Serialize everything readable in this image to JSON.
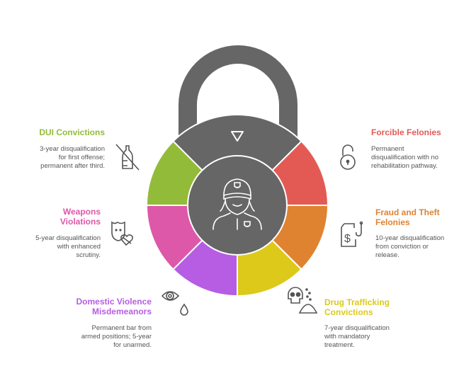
{
  "colors": {
    "lock": "#666666",
    "dui": "#93bb3a",
    "weapons": "#dd58a8",
    "domestic": "#b65de3",
    "drug": "#ddc91a",
    "fraud": "#df8331",
    "forcible": "#e35a55"
  },
  "items": {
    "dui": {
      "title": "DUI Convictions",
      "lines": [
        "3-year disqualification",
        "for first offense;",
        "permanent after third."
      ],
      "icon": "no-alcohol-bottle-icon"
    },
    "weapons": {
      "title_lines": [
        "Weapons",
        "Violations"
      ],
      "lines": [
        "5-year disqualification",
        "with enhanced",
        "scrutiny."
      ],
      "icon": "mask-broken-heart-icon"
    },
    "domestic": {
      "title_lines": [
        "Domestic Violence",
        "Misdemeanors"
      ],
      "lines": [
        "Permanent bar from",
        "armed positions; 5-year",
        "for unarmed."
      ],
      "icon": "crying-eye-icon"
    },
    "forcible": {
      "title": "Forcible Felonies",
      "lines": [
        "Permanent",
        "disqualification with no",
        "rehabilitation pathway."
      ],
      "icon": "open-padlock-icon"
    },
    "fraud": {
      "title_lines": [
        "Fraud and Theft",
        "Felonies"
      ],
      "lines": [
        "10-year disqualification",
        "from conviction or",
        "release."
      ],
      "icon": "money-document-hook-icon"
    },
    "drug": {
      "title_lines": [
        "Drug Trafficking",
        "Convictions"
      ],
      "lines": [
        "7-year disqualification",
        "with mandatory",
        "treatment."
      ],
      "icon": "skull-powder-icon"
    }
  }
}
